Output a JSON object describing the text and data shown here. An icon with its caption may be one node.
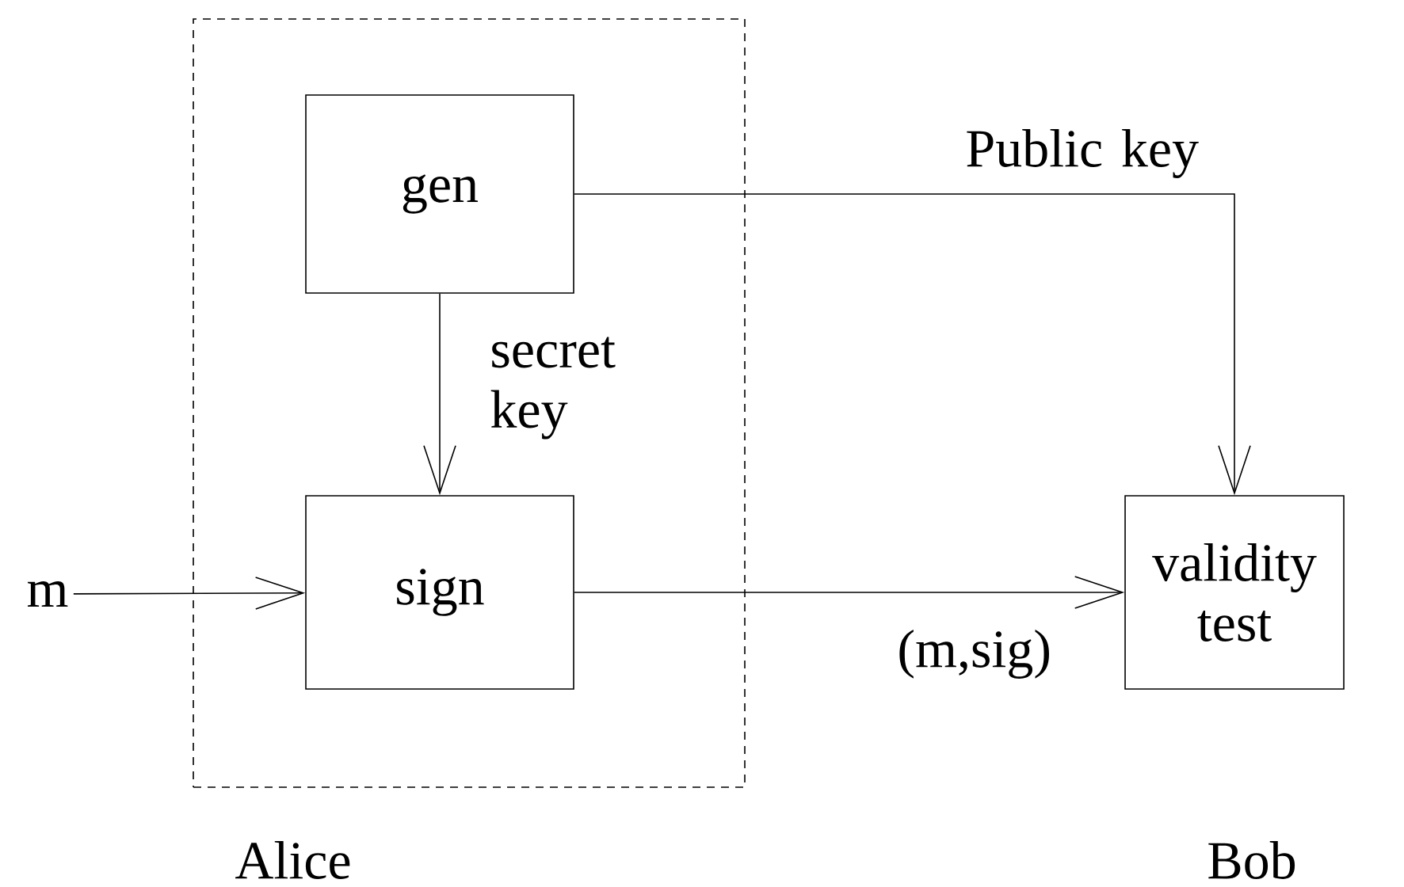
{
  "diagram": {
    "nodes": [
      {
        "text": [
          "Alice"
        ]
      },
      {
        "text": [
          "gen"
        ],
        "in": 0
      },
      {
        "text": [
          "sign"
        ],
        "in": 0
      },
      {
        "text": [
          "validity test"
        ],
        "beside": [
          "Bob"
        ]
      },
      {
        "text": [
          "m"
        ]
      }
    ],
    "edges": [
      {
        "from": 1,
        "to": 2,
        "arrow": "to",
        "label": "secret key"
      },
      {
        "from": 1,
        "to": 3,
        "arrow": "to",
        "label": "Public key"
      },
      {
        "from": 4,
        "to": 2,
        "arrow": "to"
      },
      {
        "from": 2,
        "to": 3,
        "arrow": "to",
        "label": "(m,sig)"
      }
    ]
  }
}
